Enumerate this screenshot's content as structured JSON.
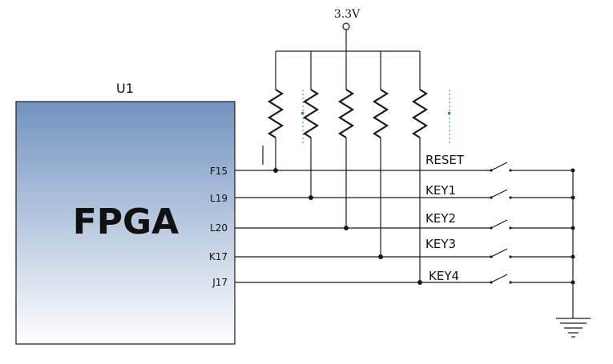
{
  "supply": {
    "label": "3.3V"
  },
  "chip": {
    "ref": "U1",
    "name": "FPGA",
    "pins": [
      "F15",
      "L19",
      "L20",
      "K17",
      "J17"
    ],
    "gradient_top": "#7193c0",
    "gradient_bottom": "#ffffff"
  },
  "keys": [
    "RESET",
    "KEY1",
    "KEY2",
    "KEY3",
    "KEY4"
  ],
  "colors": {
    "wire": "#1a1a1a",
    "marker": "#2e9e3a"
  }
}
